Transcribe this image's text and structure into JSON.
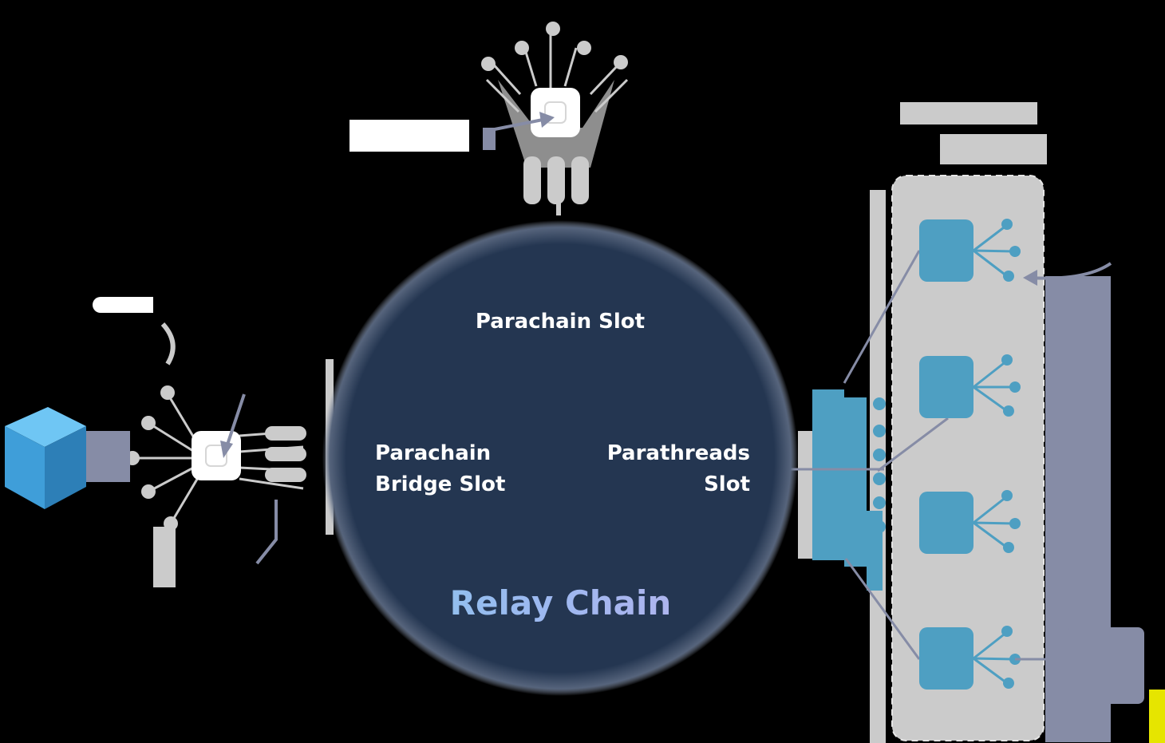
{
  "relay": {
    "title": "Relay Chain",
    "slots": {
      "parachain": "Parachain Slot",
      "bridge_line1": "Parachain",
      "bridge_line2": "Bridge Slot",
      "parathreads_line1": "Parathreads",
      "parathreads_line2": "Slot"
    }
  },
  "colors": {
    "relay_fill": "#243651",
    "relay_glow": "#6f7f96",
    "panel": "#cbcbcb",
    "node": "#4e9fc2",
    "node_dark": "#3f8eb1",
    "connector": "#868ca6",
    "cube_top": "#6fc6f4",
    "cube_left": "#3f9ed9",
    "cube_right": "#2d7fb7",
    "accent_yellow": "#e6e500"
  },
  "icons": [
    "ethereum-cube-icon",
    "parachain-collator-icon",
    "bridge-collator-icon",
    "parathread-node-icon"
  ]
}
